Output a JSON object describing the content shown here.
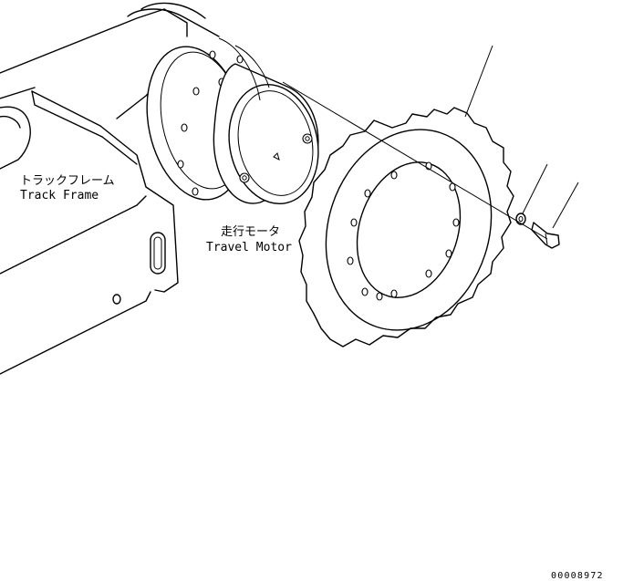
{
  "labels": {
    "track_frame_jp": "トラックフレーム",
    "track_frame_en": "Track Frame",
    "travel_motor_jp": "走行モータ",
    "travel_motor_en": "Travel Motor"
  },
  "drawing_number": "00008972"
}
